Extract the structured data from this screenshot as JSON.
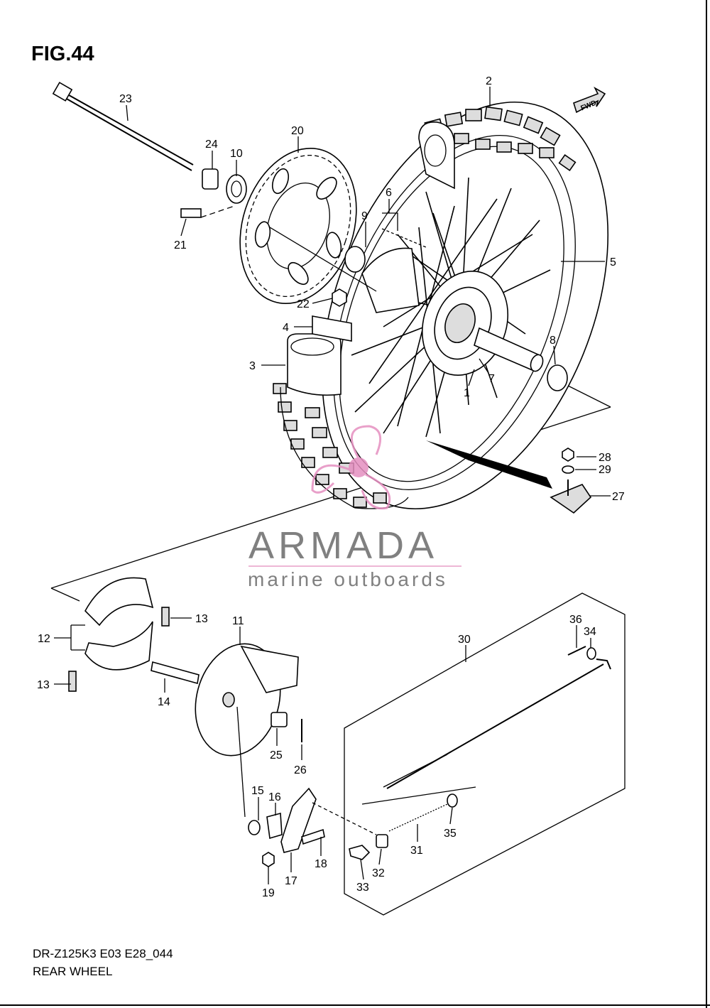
{
  "figure": {
    "title": "FIG.44",
    "model_code": "DR-Z125K3 E03 E28_044",
    "section": "REAR WHEEL",
    "direction_mark": "FWD"
  },
  "watermark": {
    "name": "ARMADA",
    "tagline": "marine outboards",
    "accent_color": "#e58fc0"
  },
  "callouts": [
    "1",
    "2",
    "3",
    "4",
    "5",
    "6",
    "7",
    "8",
    "9",
    "10",
    "11",
    "12",
    "13",
    "13",
    "14",
    "15",
    "16",
    "17",
    "18",
    "19",
    "20",
    "21",
    "22",
    "23",
    "24",
    "25",
    "26",
    "27",
    "28",
    "29",
    "30",
    "31",
    "32",
    "33",
    "34",
    "35",
    "36"
  ]
}
